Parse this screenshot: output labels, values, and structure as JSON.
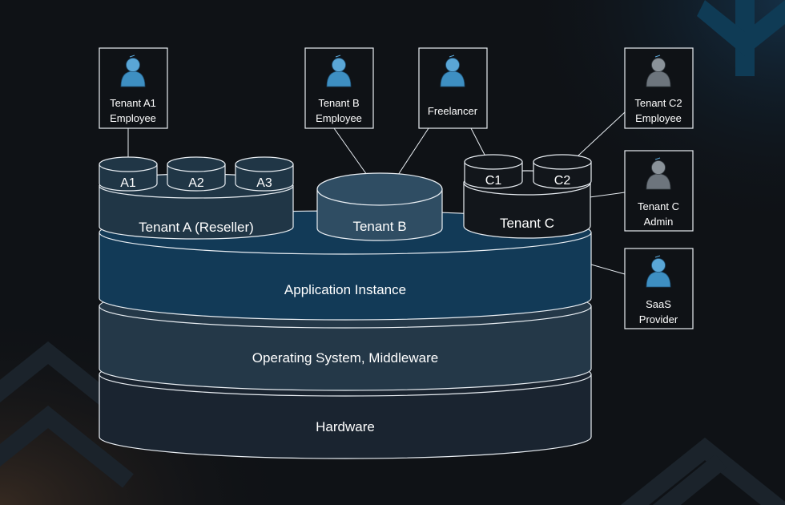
{
  "colors": {
    "background": "#0f1216",
    "outline": "#e8edf2",
    "text": "#ffffff",
    "app_layer": "#123a57",
    "os_layer": "#243848",
    "hw_layer": "#1a2430",
    "tenant_a": "#203646",
    "tenant_b": "#2f4d63",
    "tenant_c": "#12161b",
    "person_blue": "#3e8fc2",
    "person_gray": "#6d757d",
    "accent_shape": "#0f3b55"
  },
  "diagram": {
    "layers": {
      "app": "Application Instance",
      "os": "Operating System, Middleware",
      "hw": "Hardware"
    },
    "tenants": {
      "a": "Tenant A (Reseller)",
      "b": "Tenant B",
      "c": "Tenant C"
    },
    "sub_tenants": {
      "a1": "A1",
      "a2": "A2",
      "a3": "A3",
      "c1": "C1",
      "c2": "C2"
    },
    "users": {
      "tenant_a1_employee": {
        "line1": "Tenant A1",
        "line2": "Employee",
        "icon": "person-icon"
      },
      "tenant_b_employee": {
        "line1": "Tenant B",
        "line2": "Employee",
        "icon": "person-icon"
      },
      "freelancer": {
        "line1": "Freelancer",
        "line2": "",
        "icon": "person-icon"
      },
      "tenant_c2_employee": {
        "line1": "Tenant C2",
        "line2": "Employee",
        "icon": "person-icon"
      },
      "tenant_c_admin": {
        "line1": "Tenant C",
        "line2": "Admin",
        "icon": "person-icon"
      },
      "saas_provider": {
        "line1": "SaaS",
        "line2": "Provider",
        "icon": "person-icon"
      }
    }
  }
}
